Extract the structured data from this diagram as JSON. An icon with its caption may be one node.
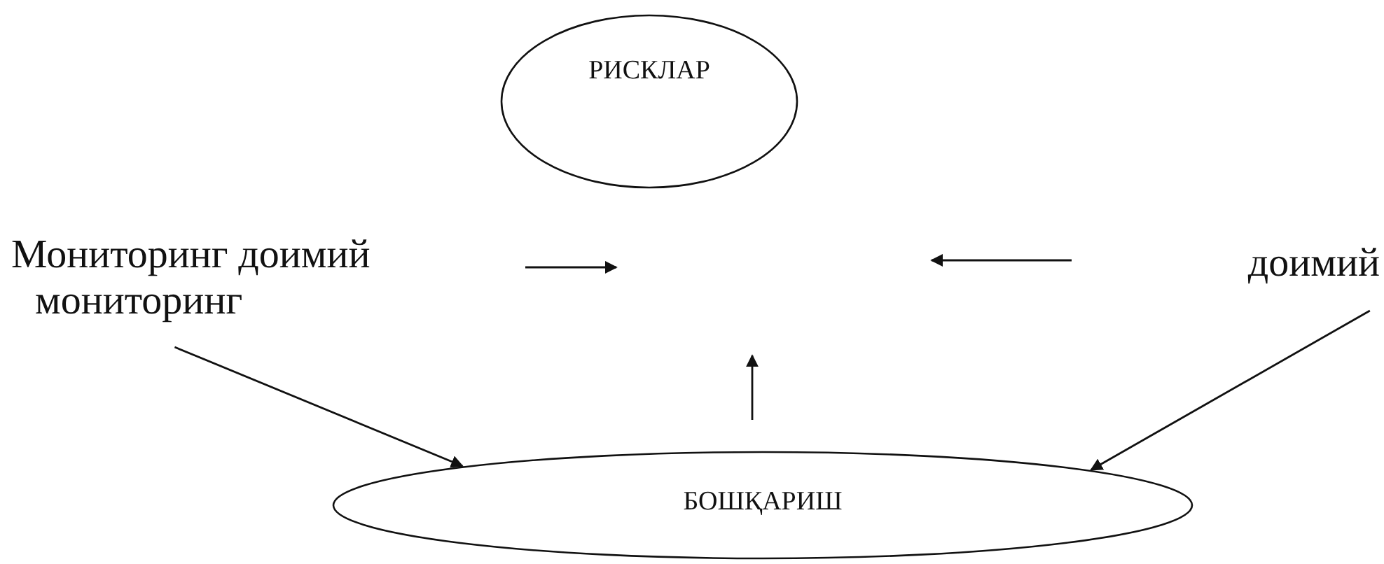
{
  "diagram": {
    "nodes": [
      {
        "text": [
          "РИСКЛАР"
        ]
      },
      {
        "text": [
          "Мониторинг доимий мониторинг"
        ]
      },
      {
        "text": [
          "доимий"
        ]
      },
      {
        "text": [
          "БОШҚАРИШ"
        ]
      }
    ],
    "edges": [
      {
        "from": 1,
        "to": 3,
        "arrow": "to"
      },
      {
        "from": 2,
        "to": 3,
        "arrow": "to"
      }
    ]
  }
}
